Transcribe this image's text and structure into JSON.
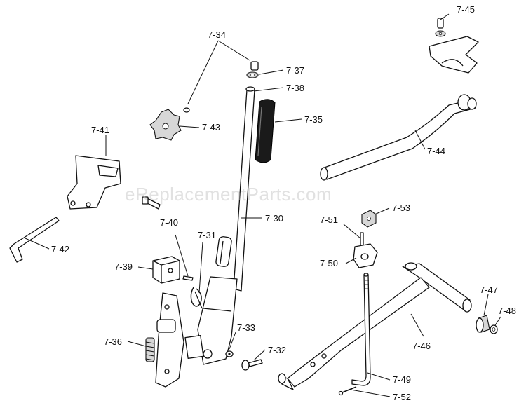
{
  "watermark": "eReplacementParts.com",
  "callouts": [
    "7-34",
    "7-37",
    "7-38",
    "7-35",
    "7-43",
    "7-41",
    "7-30",
    "7-42",
    "7-40",
    "7-31",
    "7-39",
    "7-36",
    "7-33",
    "7-32",
    "7-45",
    "7-44",
    "7-51",
    "7-53",
    "7-50",
    "7-47",
    "7-48",
    "7-46",
    "7-49",
    "7-52"
  ]
}
